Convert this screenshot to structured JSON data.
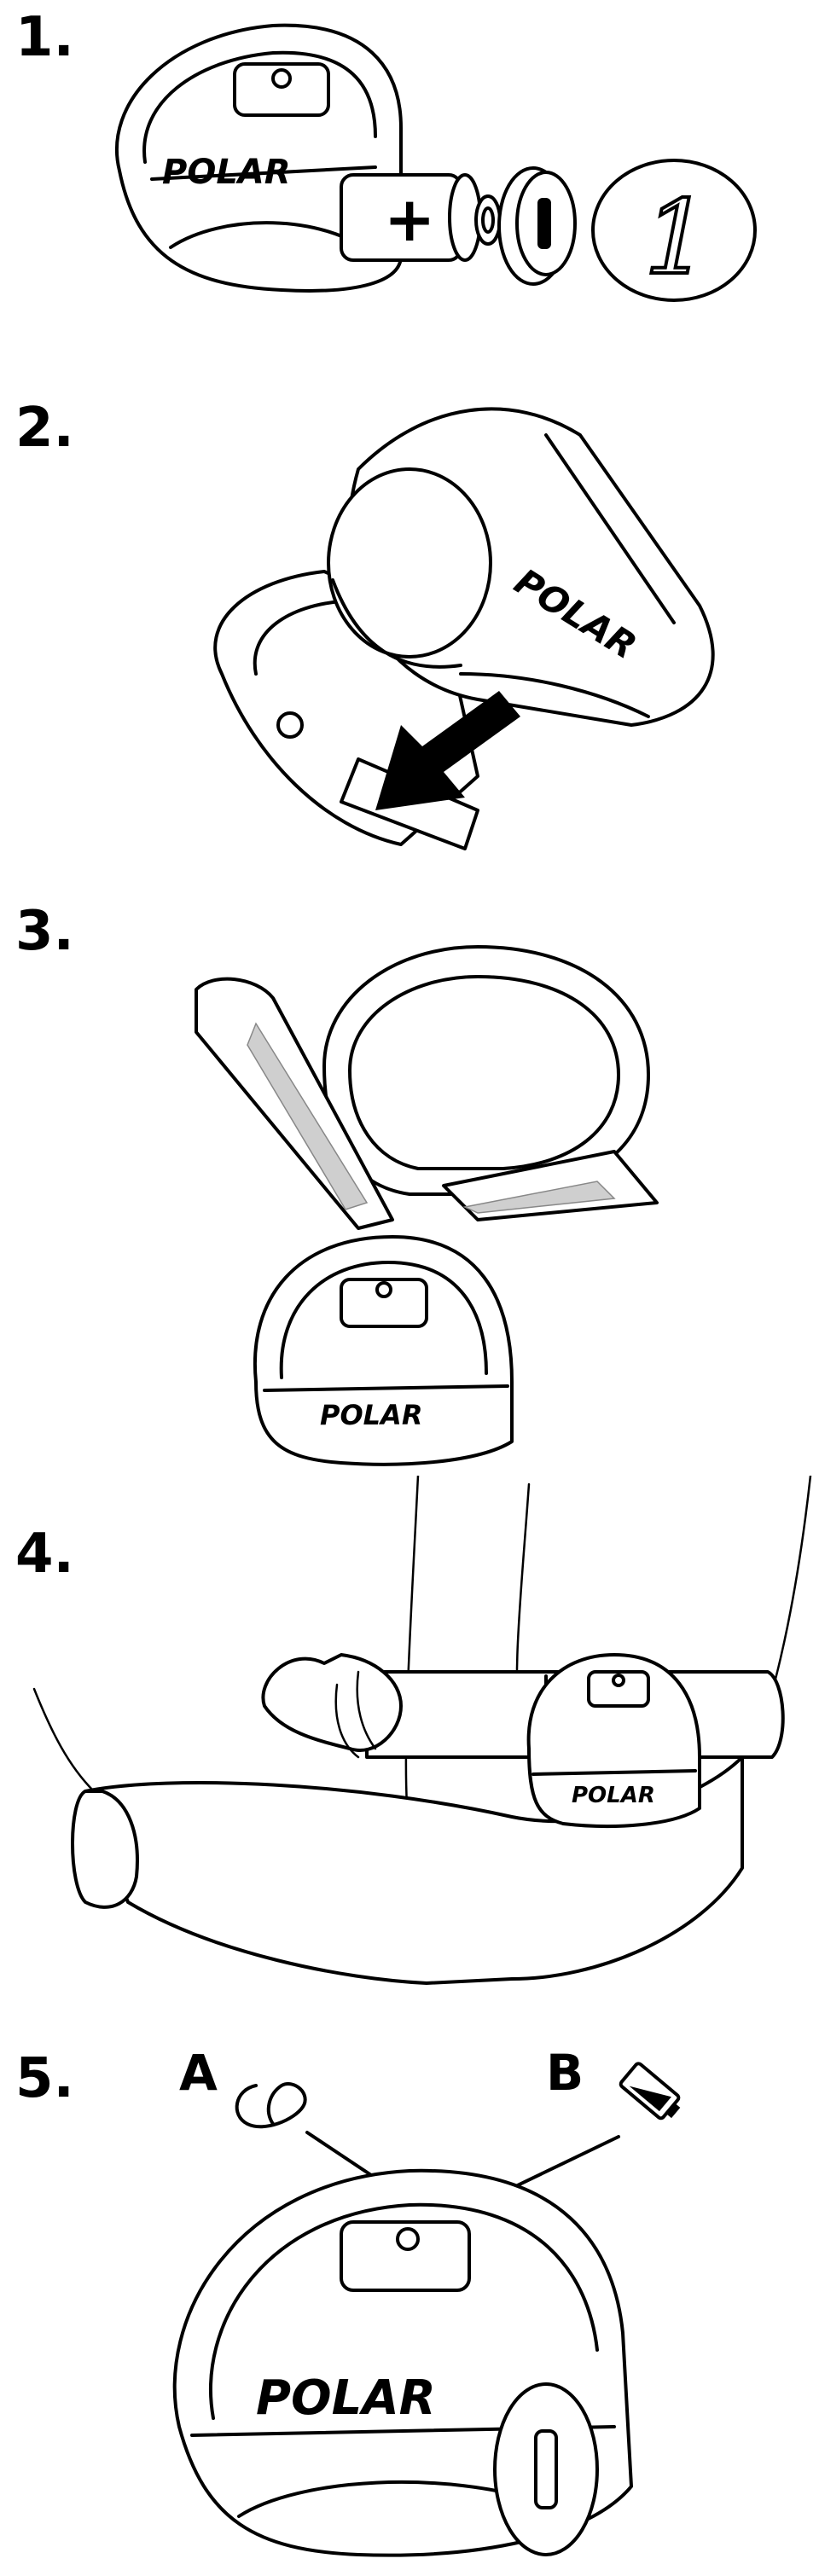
{
  "steps": [
    {
      "number": "1.",
      "brand": "POLAR",
      "battery_sign": "+",
      "cover_digit": "1"
    },
    {
      "number": "2.",
      "brand": "POLAR"
    },
    {
      "number": "3.",
      "brand": "POLAR"
    },
    {
      "number": "4.",
      "brand": "POLAR"
    },
    {
      "number": "5.",
      "brand": "POLAR",
      "callout_a": "A",
      "callout_b": "B"
    }
  ]
}
